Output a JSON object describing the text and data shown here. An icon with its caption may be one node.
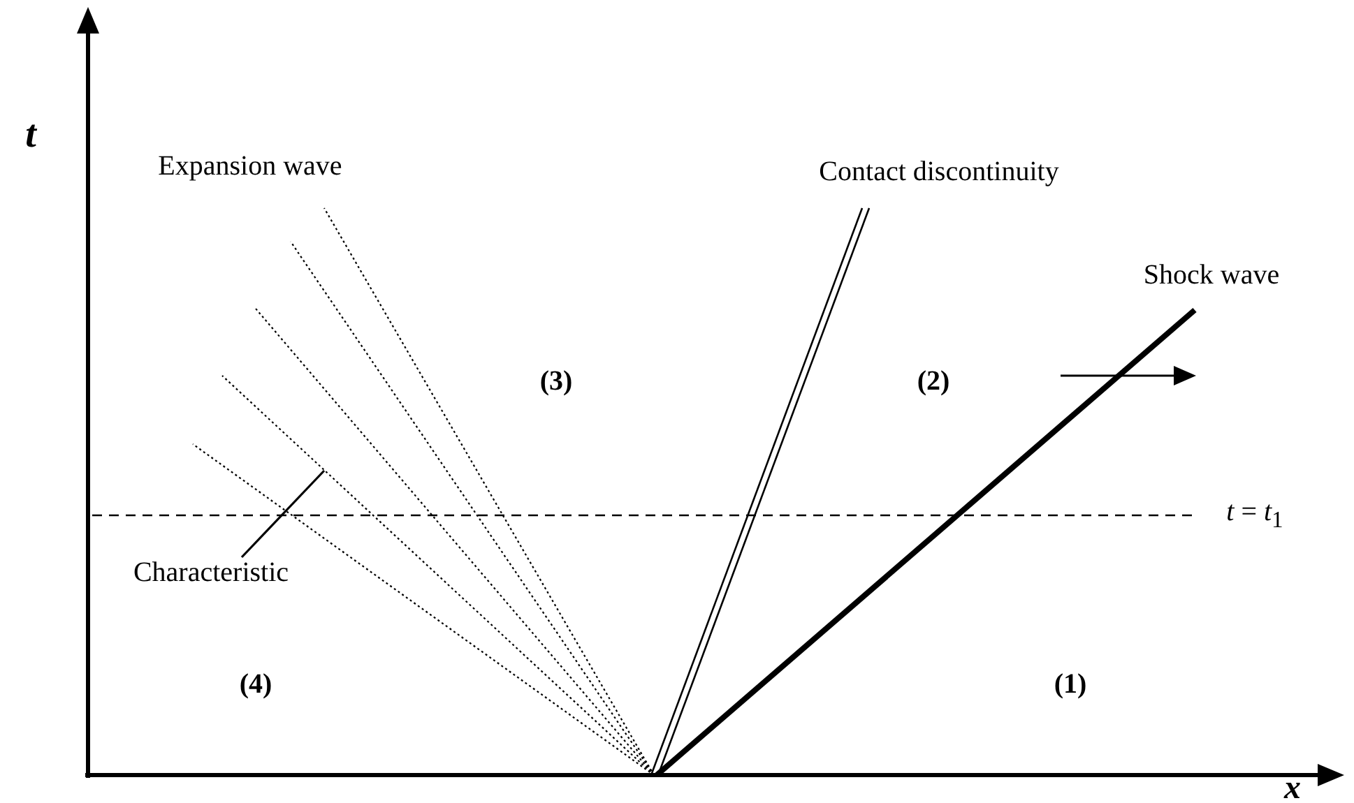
{
  "diagram": {
    "nodes": [
      {
        "text": [
          "Characteristic"
        ]
      },
      {
        "text": [],
        "shape": "line"
      }
    ],
    "edges": [
      {
        "from": 0,
        "to": 1,
        "arrow": "none"
      }
    ],
    "labels": [
      "t",
      "Expansion wave",
      "Contact discontinuity",
      "Shock wave",
      "(3)",
      "(2)",
      "*t* = *t*$_{1}$",
      "(4)",
      "(1)",
      "x"
    ]
  }
}
